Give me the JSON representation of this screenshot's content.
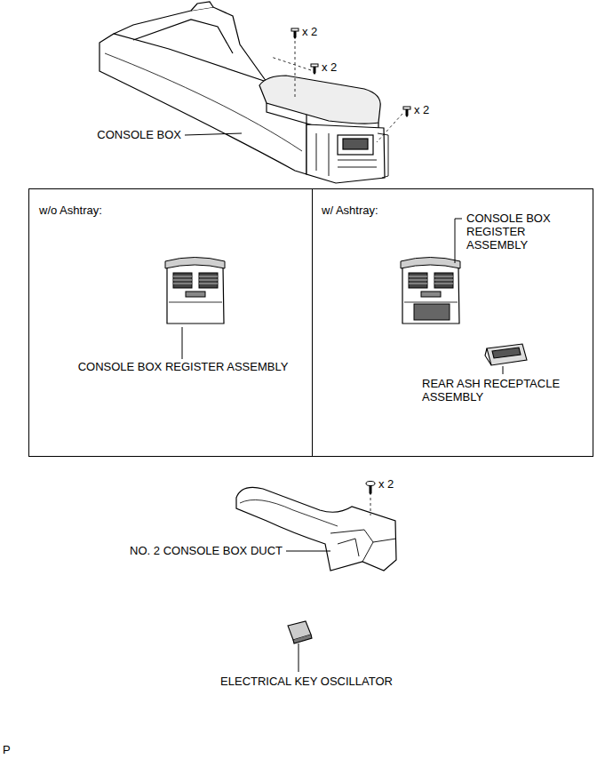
{
  "diagram": {
    "nodes": [
      {
        "text": [
          "w/o Ashtray:",
          "CONSOLE BOX REGISTER ASSEMBLY"
        ]
      },
      {
        "text": [
          "w/ Ashtray:",
          "CONSOLE BOX REGISTER ASSEMBLY",
          "REAR ASH RECEPTACLE ASSEMBLY"
        ]
      }
    ],
    "labels": [
      "x 2",
      "x 2",
      "x 2",
      "CONSOLE BOX",
      "x 2",
      "NO. 2 CONSOLE BOX DUCT",
      "ELECTRICAL KEY OSCILLATOR",
      "P"
    ]
  }
}
